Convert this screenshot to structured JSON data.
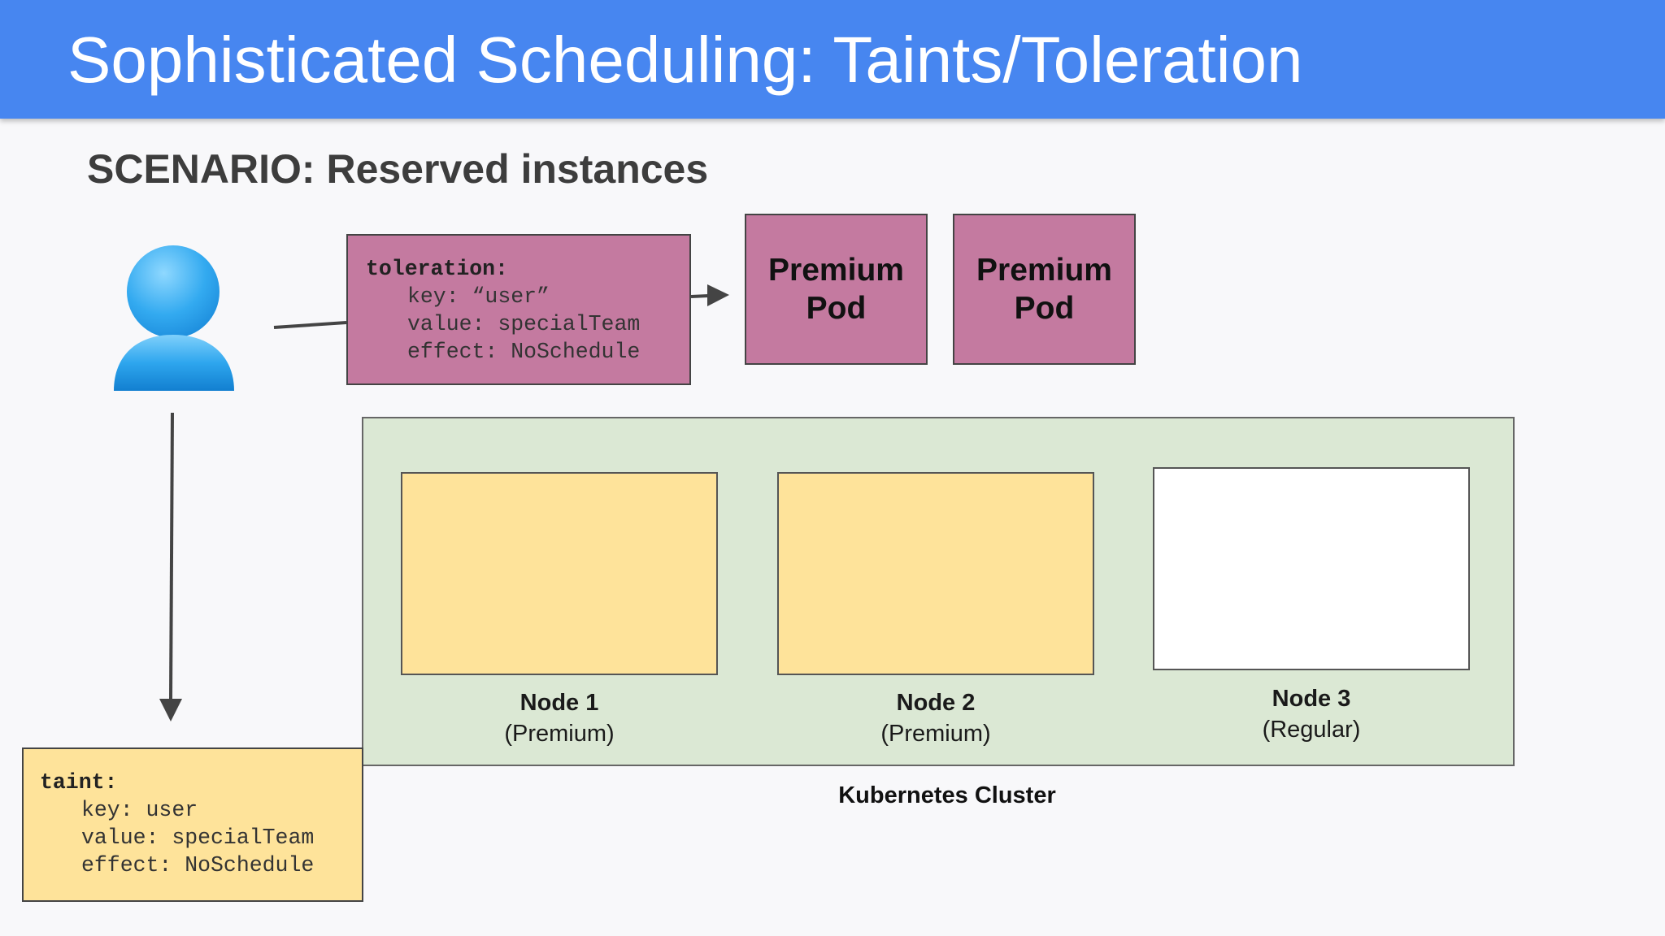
{
  "slide": {
    "title": "Sophisticated Scheduling: Taints/Toleration",
    "subtitle": "SCENARIO: Reserved instances"
  },
  "toleration": {
    "heading": "toleration:",
    "lines": [
      "key: “user”",
      "value: specialTeam",
      "effect: NoSchedule"
    ]
  },
  "taint": {
    "heading": "taint:",
    "lines": [
      "key: user",
      "value: specialTeam",
      "effect: NoSchedule"
    ]
  },
  "pods": [
    {
      "line1": "Premium",
      "line2": "Pod"
    },
    {
      "line1": "Premium",
      "line2": "Pod"
    }
  ],
  "cluster": {
    "label": "Kubernetes Cluster",
    "nodes": [
      {
        "name": "Node 1",
        "type": "(Premium)",
        "color": "#fee39a"
      },
      {
        "name": "Node 2",
        "type": "(Premium)",
        "color": "#fee39a"
      },
      {
        "name": "Node 3",
        "type": "(Regular)",
        "color": "#ffffff"
      }
    ]
  },
  "colors": {
    "header": "#4786f0",
    "pod": "#c47aa0",
    "cluster": "#dbe8d4",
    "premium_node": "#fee39a",
    "user_icon": "#29a3ea"
  },
  "icons": {
    "user": "user-icon"
  }
}
